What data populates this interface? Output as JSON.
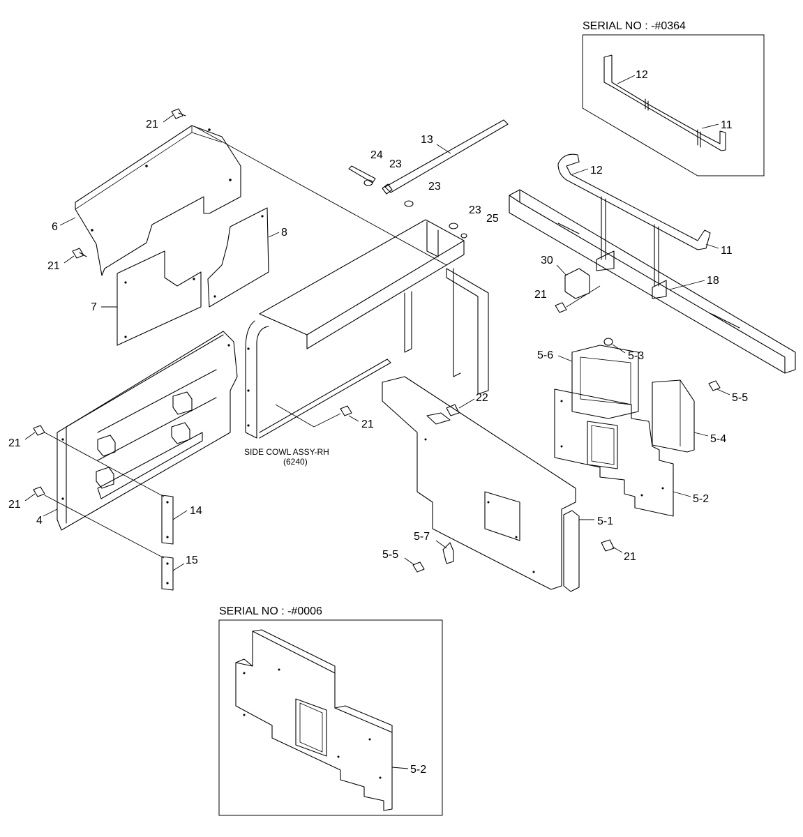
{
  "insets": {
    "top_right": {
      "serial": "SERIAL NO : -#0364"
    },
    "bottom": {
      "serial": "SERIAL NO : -#0006"
    }
  },
  "assembly": {
    "name_line1": "SIDE COWL ASSY-RH",
    "name_line2": "(6240)"
  },
  "callouts": {
    "c_21a": "21",
    "c_6": "6",
    "c_21b": "21",
    "c_8": "8",
    "c_7": "7",
    "c_13": "13",
    "c_24": "24",
    "c_23a": "23",
    "c_23b": "23",
    "c_23c": "23",
    "c_25": "25",
    "c_12i": "12",
    "c_11i": "11",
    "c_12": "12",
    "c_11": "11",
    "c_30": "30",
    "c_21c": "21",
    "c_18": "18",
    "c_5_6": "5-6",
    "c_5_3": "5-3",
    "c_5_5a": "5-5",
    "c_5_4": "5-4",
    "c_22": "22",
    "c_21d": "21",
    "c_21e": "21",
    "c_21f": "21",
    "c_4": "4",
    "c_14": "14",
    "c_15": "15",
    "c_5_2": "5-2",
    "c_5_1": "5-1",
    "c_5_7": "5-7",
    "c_5_5b": "5-5",
    "c_21g": "21",
    "c_5_2b": "5-2"
  }
}
